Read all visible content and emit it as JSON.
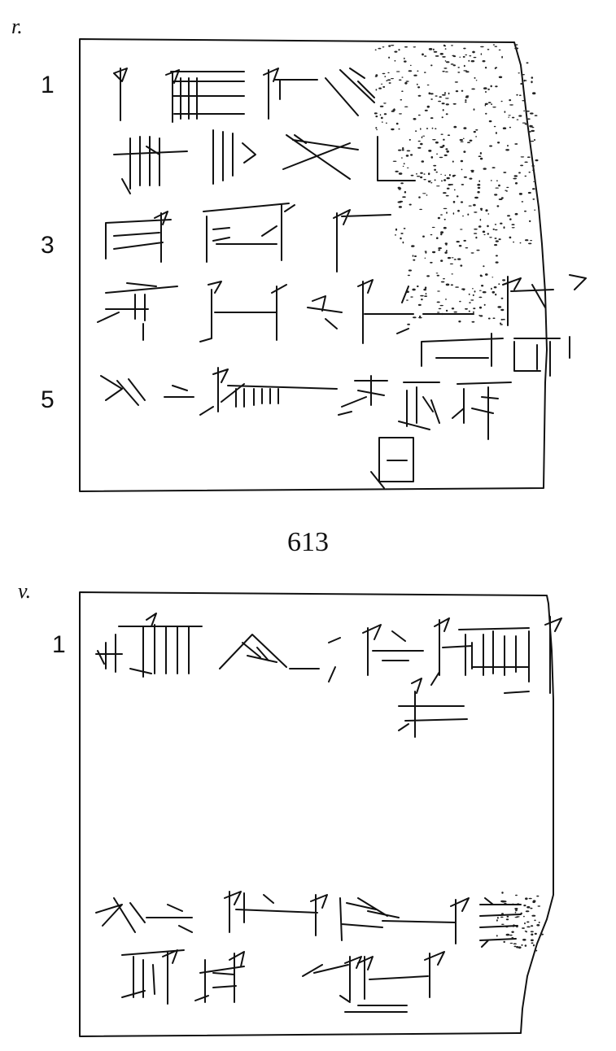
{
  "obverse": {
    "side_label": "r.",
    "line_numbers": [
      "1",
      "3",
      "5"
    ]
  },
  "tablet_number": "613",
  "reverse": {
    "side_label": "v.",
    "line_numbers": [
      "1"
    ]
  }
}
